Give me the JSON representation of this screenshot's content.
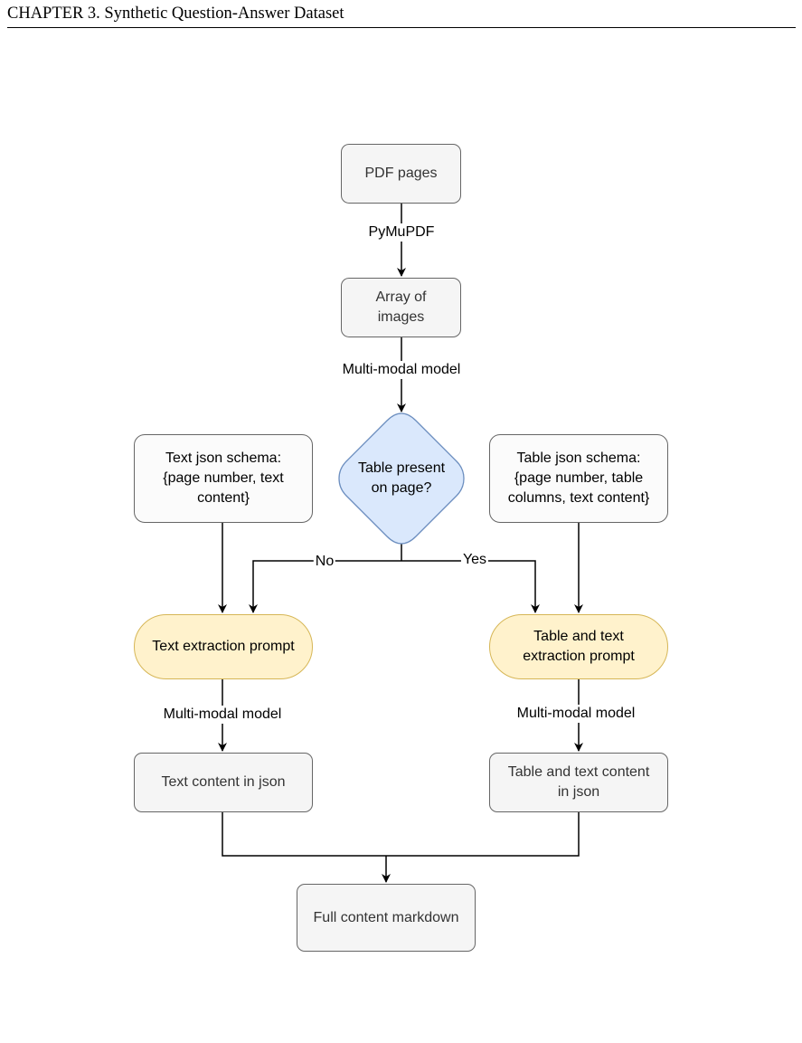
{
  "header": {
    "chapter": "CHAPTER 3. Synthetic Question-Answer Dataset"
  },
  "nodes": {
    "pdf_pages": "PDF pages",
    "array_images": "Array of\nimages",
    "decision": "Table present\non page?",
    "text_schema": "Text json schema:\n{page number, text\ncontent}",
    "table_schema": "Table json schema:\n{page number, table\ncolumns, text content}",
    "text_prompt": "Text extraction prompt",
    "table_prompt": "Table and text\nextraction prompt",
    "text_json": "Text content in json",
    "table_json": "Table and text content\nin json",
    "full_markdown": "Full content markdown"
  },
  "edges": {
    "pymupdf": "PyMuPDF",
    "mm_model_1": "Multi-modal model",
    "no": "No",
    "yes": "Yes",
    "mm_model_left": "Multi-modal model",
    "mm_model_right": "Multi-modal model"
  },
  "colors": {
    "process_fill": "#f5f5f5",
    "decision_fill": "#dae8fc",
    "decision_stroke": "#6c8ebf",
    "prompt_fill": "#fff2cc",
    "prompt_stroke": "#d6b656"
  }
}
